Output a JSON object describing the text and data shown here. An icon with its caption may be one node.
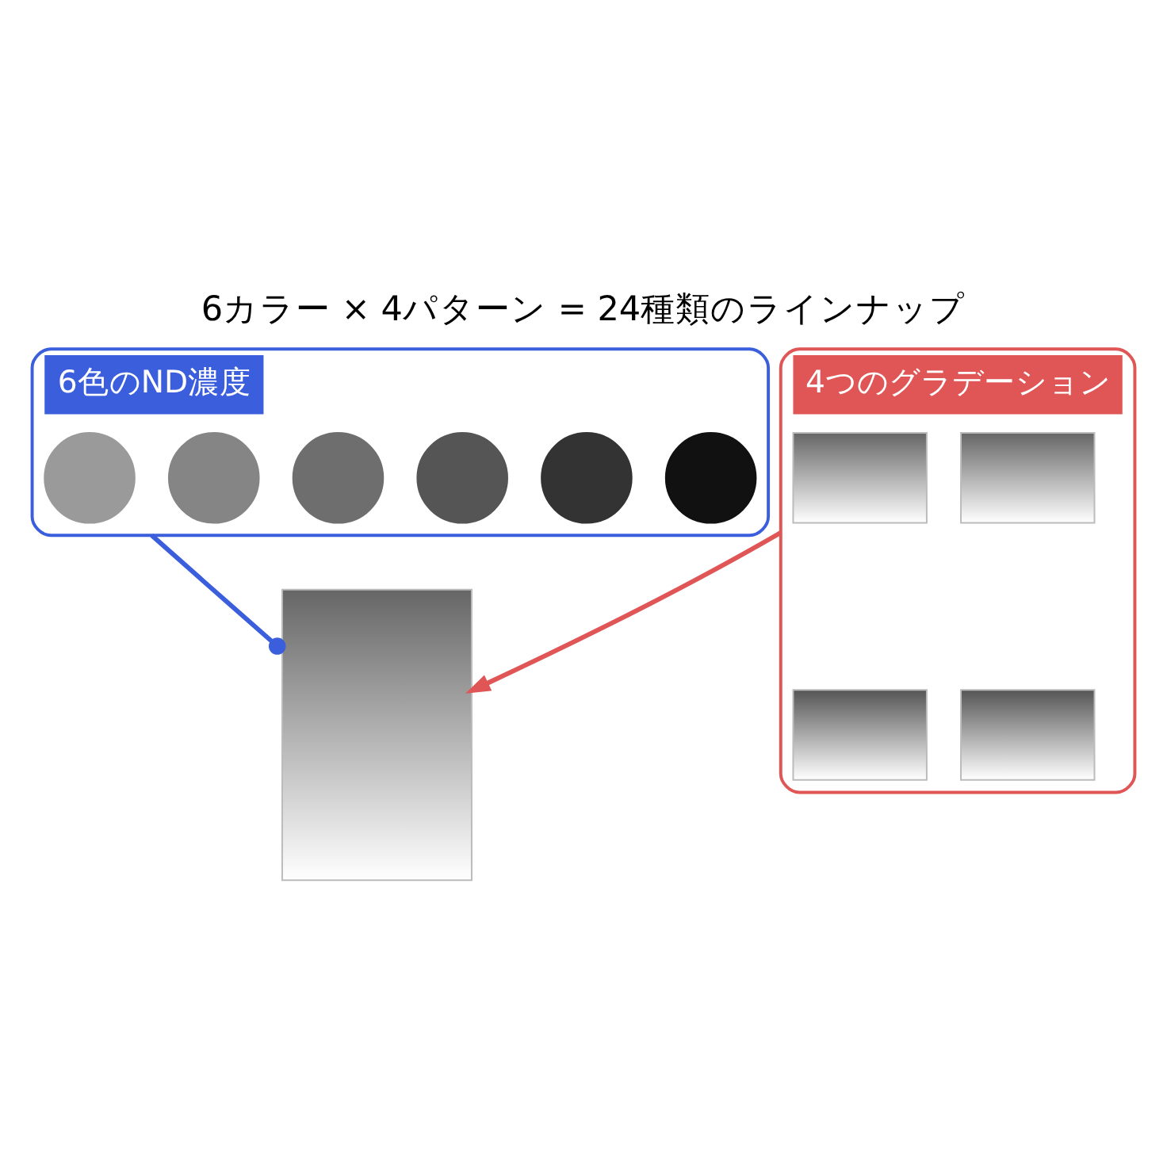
{
  "diagram": {
    "title": "6カラー × 4パターン = 24種類のラインナップ",
    "nodes": [
      {
        "text": [
          "6色のND濃度"
        ]
      },
      {
        "text": [],
        "shape": "circle",
        "in": 0
      },
      {
        "text": [],
        "shape": "circle",
        "in": 0
      },
      {
        "text": [],
        "shape": "circle",
        "in": 0
      },
      {
        "text": [],
        "shape": "circle",
        "in": 0
      },
      {
        "text": [],
        "shape": "circle",
        "in": 0
      },
      {
        "text": [],
        "shape": "circle",
        "in": 0
      },
      {
        "text": [],
        "shape": "box"
      },
      {
        "text": [
          "4つのグラデーション"
        ]
      },
      {
        "text": [],
        "shape": "box",
        "in": 8
      },
      {
        "text": [],
        "shape": "box",
        "in": 8
      },
      {
        "text": [],
        "shape": "box",
        "in": 8
      },
      {
        "text": [],
        "shape": "box",
        "in": 8
      }
    ],
    "edges": [
      {
        "from": 0,
        "to": 7,
        "arrow": "other",
        "color": "#3b5fdc"
      },
      {
        "from": 8,
        "to": 7,
        "arrow": "to",
        "color": "#e05555"
      }
    ]
  }
}
